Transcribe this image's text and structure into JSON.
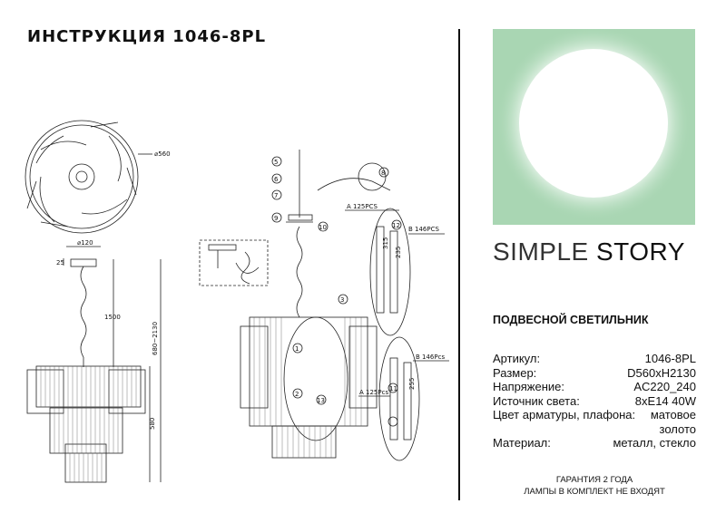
{
  "title": "ИНСТРУКЦИЯ 1046-8PL",
  "brand": {
    "word1": "SIMPLE",
    "word2": "STORY",
    "logo_color": "#a9d6b3"
  },
  "product_type": "ПОДВЕСНОЙ СВЕТИЛЬНИК",
  "specs": [
    {
      "label": "Артикул:",
      "value": "1046-8PL"
    },
    {
      "label": "Размер:",
      "value": "D560xH2130"
    },
    {
      "label": "Напряжение:",
      "value": "AC220_240"
    },
    {
      "label": "Источник света:",
      "value": "8xE14 40W"
    },
    {
      "label": "Цвет арматуры, плафона:",
      "value": "матовое",
      "value2": "золото"
    },
    {
      "label": "Материал:",
      "value": "металл, стекло"
    }
  ],
  "footer": {
    "line1": "ГАРАНТИЯ 2 ГОДА",
    "line2": "ЛАМПЫ В КОМПЛЕКТ НЕ ВХОДЯТ"
  },
  "drawing_labels": {
    "dia_top": "⌀560",
    "dia_canopy": "⌀120",
    "dim_25": "25",
    "dim_1500": "1500",
    "dim_range": "680~2130",
    "dim_580": "580",
    "a_125": "A 125PCS",
    "b_146": "B 146PCS",
    "b_146b": "B 146Pcs",
    "a_125b": "A 125Pcs",
    "len_315": "315",
    "len_235": "235",
    "len_255": "255",
    "steps": [
      "5",
      "6",
      "7",
      "8",
      "9",
      "10",
      "3",
      "1",
      "2",
      "12",
      "13",
      "11"
    ]
  }
}
